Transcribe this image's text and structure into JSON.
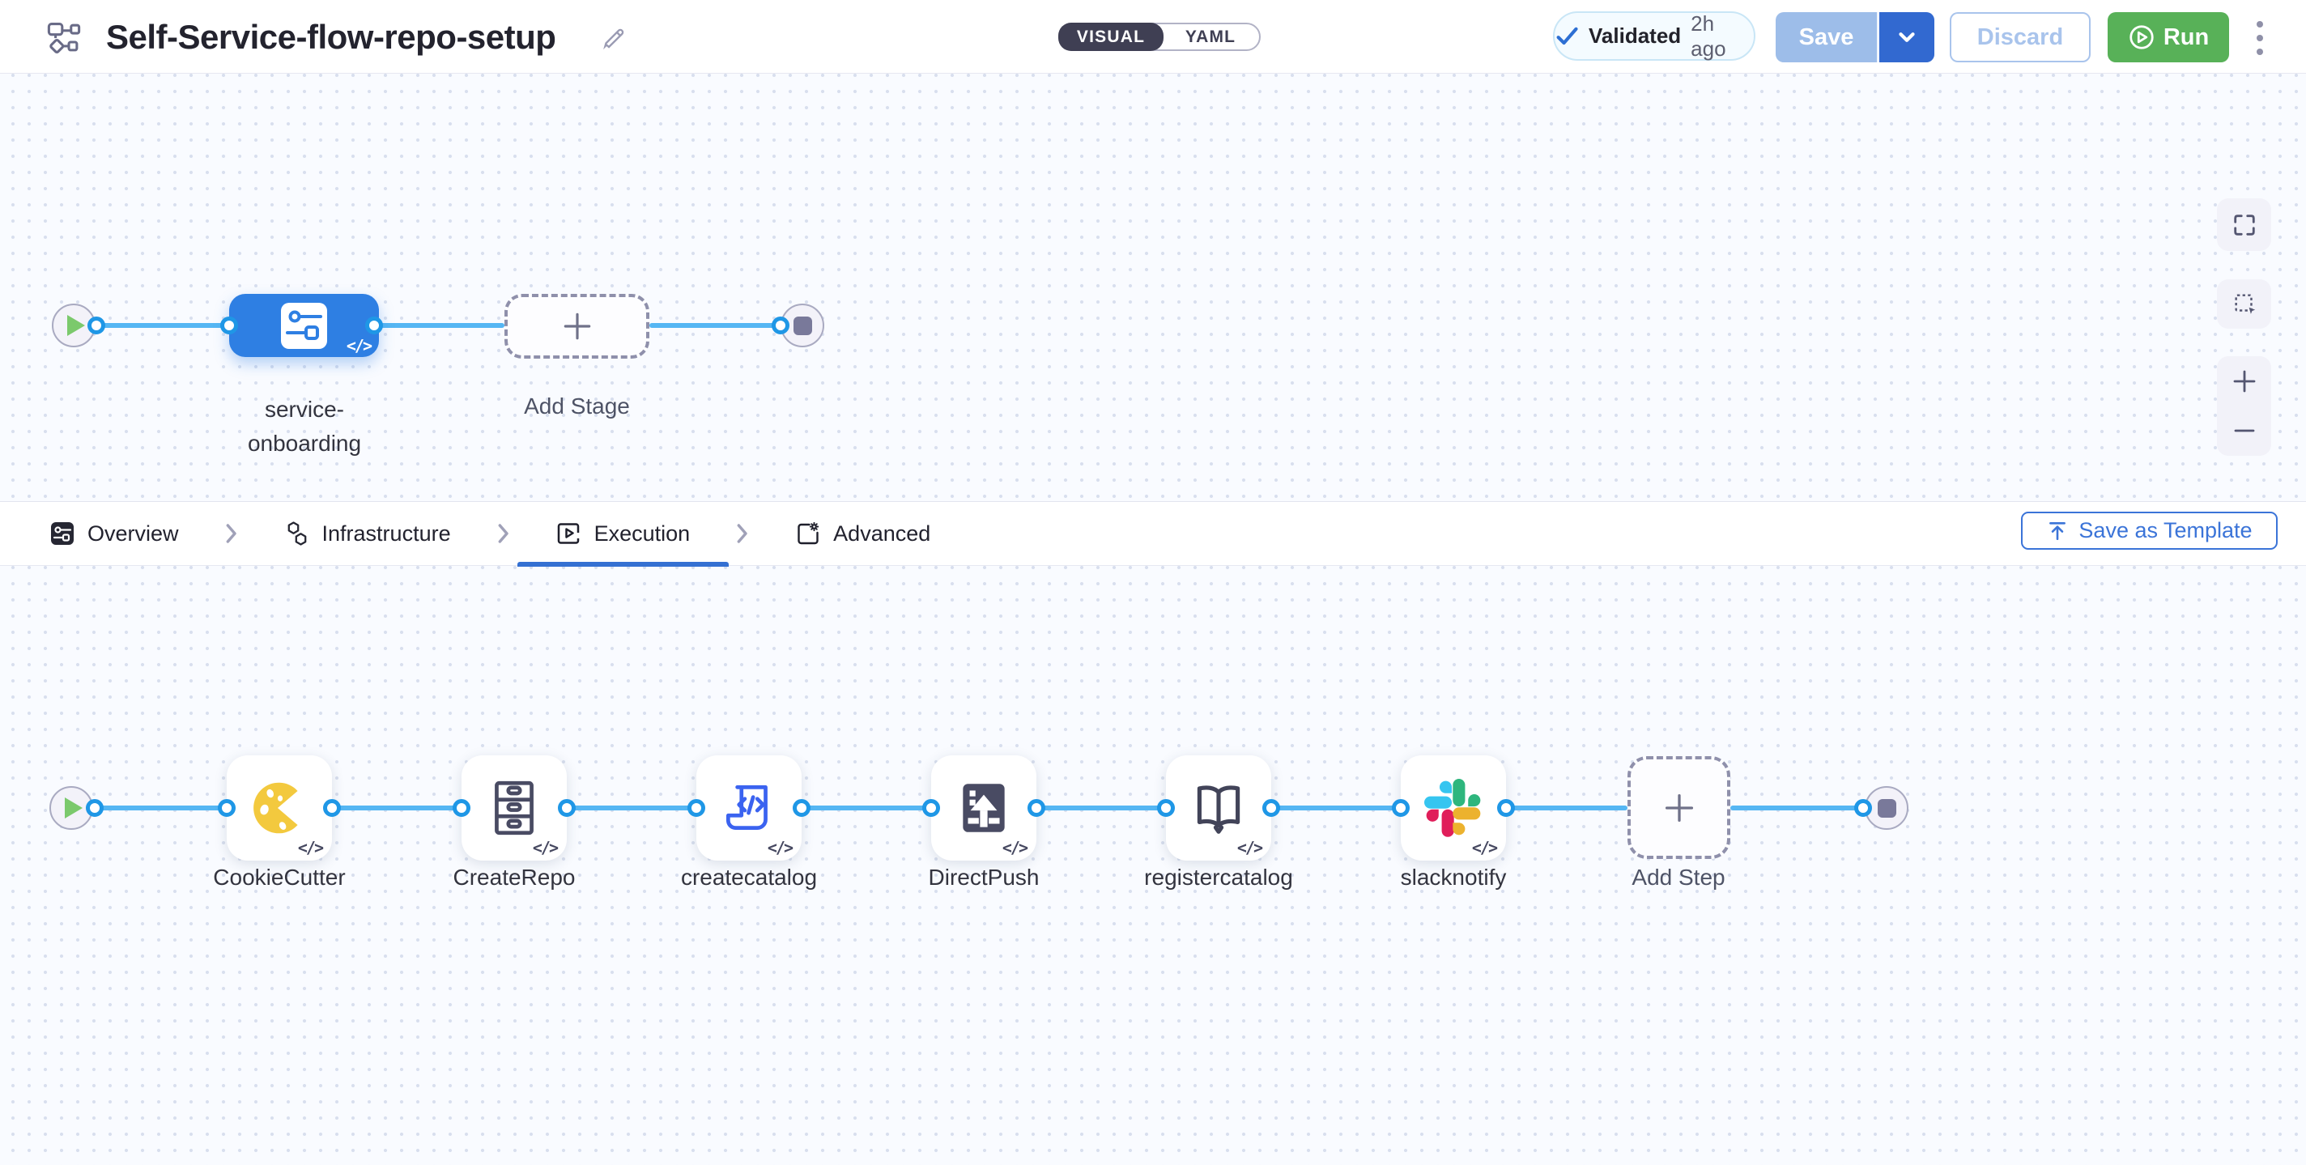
{
  "header": {
    "title": "Self-Service-flow-repo-setup",
    "toggle": {
      "visual_label": "VISUAL",
      "yaml_label": "YAML",
      "selected": "VISUAL"
    },
    "validated": {
      "status": "Validated",
      "time": "2h ago"
    },
    "save_label": "Save",
    "discard_label": "Discard",
    "run_label": "Run"
  },
  "stage_canvas": {
    "stage_label_line1": "service-",
    "stage_label_line2": "onboarding",
    "add_stage_label": "Add Stage",
    "code_badge": "</>"
  },
  "tabs": {
    "items": [
      {
        "label": "Overview"
      },
      {
        "label": "Infrastructure"
      },
      {
        "label": "Execution"
      },
      {
        "label": "Advanced"
      }
    ],
    "active": "Execution",
    "save_as_template_label": "Save as Template"
  },
  "execution_canvas": {
    "steps": [
      {
        "label": "CookieCutter"
      },
      {
        "label": "CreateRepo"
      },
      {
        "label": "createcatalog"
      },
      {
        "label": "DirectPush"
      },
      {
        "label": "registercatalog"
      },
      {
        "label": "slacknotify"
      }
    ],
    "add_step_label": "Add Step",
    "code_badge": "</>"
  },
  "colors": {
    "connector_blue": "#55b6f3",
    "port_blue": "#1f97e6",
    "stage_blue": "#2e7fe3",
    "run_green": "#58b158",
    "save_disabled_blue": "#9dbde9",
    "save_dropdown_blue": "#3269d0",
    "accent_blue": "#3b74d8",
    "toggle_dark": "#3f3f53",
    "validated_check_blue": "#2d6fd3"
  }
}
